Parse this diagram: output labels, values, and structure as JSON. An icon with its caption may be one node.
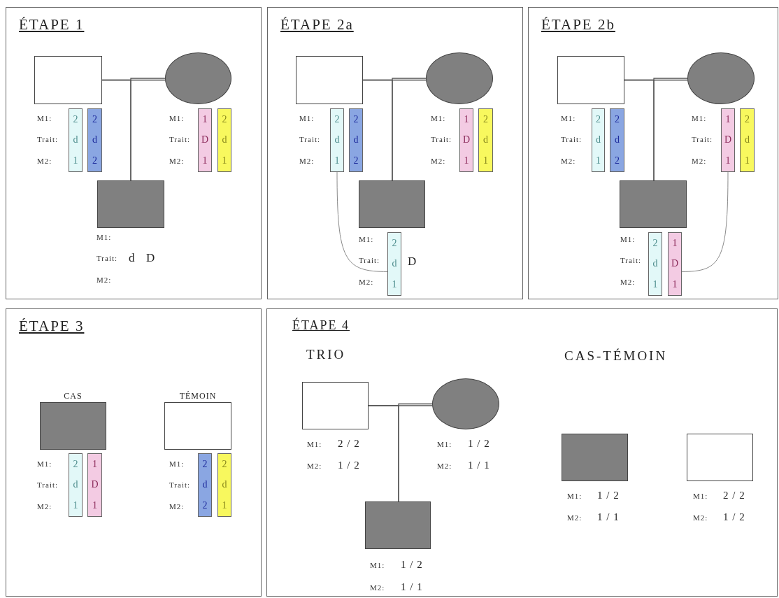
{
  "diagram": {
    "nodes": [
      {
        "text": [
          "ÉTAPE 1"
        ]
      },
      {
        "text": [],
        "shape": "box",
        "in": 0
      },
      {
        "text": [],
        "shape": "circle",
        "in": 0
      },
      {
        "text": [
          "2",
          "d",
          "1"
        ],
        "in": 0
      },
      {
        "text": [
          "2",
          "d",
          "2"
        ],
        "in": 0
      },
      {
        "text": [
          "1",
          "D",
          "1"
        ],
        "in": 0
      },
      {
        "text": [
          "2",
          "d",
          "1"
        ],
        "in": 0
      },
      {
        "text": [],
        "shape": "box",
        "in": 0,
        "beside": [
          "d",
          "D"
        ]
      },
      {
        "text": [
          "ÉTAPE 2a"
        ]
      },
      {
        "text": [],
        "shape": "box",
        "in": 8
      },
      {
        "text": [],
        "shape": "circle",
        "in": 8
      },
      {
        "text": [
          "2",
          "d",
          "1"
        ],
        "in": 8
      },
      {
        "text": [
          "2",
          "d",
          "2"
        ],
        "in": 8
      },
      {
        "text": [
          "1",
          "D",
          "1"
        ],
        "in": 8
      },
      {
        "text": [
          "2",
          "d",
          "1"
        ],
        "in": 8
      },
      {
        "text": [],
        "shape": "box",
        "in": 8
      },
      {
        "text": [
          "2",
          "d",
          "1"
        ],
        "in": 8,
        "beside": [
          "D"
        ]
      },
      {
        "text": [
          "ÉTAPE 2b"
        ]
      },
      {
        "text": [],
        "shape": "box",
        "in": 17
      },
      {
        "text": [],
        "shape": "circle",
        "in": 17
      },
      {
        "text": [
          "2",
          "d",
          "1"
        ],
        "in": 17
      },
      {
        "text": [
          "2",
          "d",
          "2"
        ],
        "in": 17
      },
      {
        "text": [
          "1",
          "D",
          "1"
        ],
        "in": 17
      },
      {
        "text": [
          "2",
          "d",
          "1"
        ],
        "in": 17
      },
      {
        "text": [],
        "shape": "box",
        "in": 17
      },
      {
        "text": [
          "2",
          "d",
          "1"
        ],
        "in": 17
      },
      {
        "text": [
          "1",
          "D",
          "1"
        ],
        "in": 17
      },
      {
        "text": [
          "ÉTAPE 3"
        ]
      },
      {
        "text": [
          "CAS"
        ],
        "in": 27
      },
      {
        "text": [
          "TÉMOIN"
        ],
        "in": 27
      },
      {
        "text": [
          "2",
          "d",
          "1"
        ],
        "in": 27
      },
      {
        "text": [
          "1",
          "D",
          "1"
        ],
        "in": 27
      },
      {
        "text": [
          "2",
          "d",
          "2"
        ],
        "in": 27
      },
      {
        "text": [
          "2",
          "d",
          "1"
        ],
        "in": 27
      },
      {
        "text": [
          "ÉTAPE 4"
        ]
      },
      {
        "text": [],
        "shape": "box",
        "in": 34,
        "beside": [
          "M1:",
          "2 / 2",
          "M2:",
          "1 / 2"
        ]
      },
      {
        "text": [],
        "shape": "circle",
        "in": 34,
        "beside": [
          "M1:",
          "1 / 2",
          "M2:",
          "1 / 1"
        ]
      },
      {
        "text": [],
        "shape": "box",
        "in": 34,
        "beside": [
          "M1:",
          "1 / 2",
          "M2:",
          "1 / 1"
        ]
      },
      {
        "text": [],
        "shape": "box",
        "in": 34,
        "beside": [
          "M1:",
          "2 / 2",
          "M2:",
          "1 / 2"
        ]
      },
      {
        "text": [],
        "shape": "box",
        "in": 34,
        "beside": [
          "M1:",
          "1 / 2",
          "M2:",
          "1 / 1"
        ]
      }
    ],
    "edges": [
      {
        "from": 1,
        "to": 2,
        "arrow": "none"
      },
      {
        "from": 1,
        "to": 7,
        "arrow": "none"
      },
      {
        "from": 2,
        "to": 7,
        "arrow": "none"
      },
      {
        "from": 9,
        "to": 10,
        "arrow": "none"
      },
      {
        "from": 9,
        "to": 15,
        "arrow": "none"
      },
      {
        "from": 10,
        "to": 15,
        "arrow": "none"
      },
      {
        "from": 11,
        "to": 16,
        "arrow": "none"
      },
      {
        "from": 18,
        "to": 19,
        "arrow": "none"
      },
      {
        "from": 18,
        "to": 24,
        "arrow": "none"
      },
      {
        "from": 19,
        "to": 24,
        "arrow": "none"
      },
      {
        "from": 22,
        "to": 26,
        "arrow": "none"
      },
      {
        "from": 35,
        "to": 36,
        "arrow": "none"
      },
      {
        "from": 35,
        "to": 39,
        "arrow": "none"
      },
      {
        "from": 36,
        "to": 39,
        "arrow": "none"
      }
    ],
    "labels": [
      "M1:",
      "Trait:",
      "M2:",
      "M1:",
      "Trait:",
      "M2:",
      "M1:",
      "Trait:",
      "M2:",
      "M1:",
      "Trait:",
      "M2:",
      "M1:",
      "Trait:",
      "M2:",
      "M1:",
      "Trait:",
      "M2:",
      "M1:",
      "Trait:",
      "M2:",
      "M1:",
      "Trait:",
      "M2:",
      "M1:",
      "Trait:",
      "M2:",
      "M1:",
      "Trait:",
      "M2:",
      "M1:",
      "Trait:",
      "M2:",
      "TRIO",
      "CAS-TÉMOIN"
    ]
  }
}
